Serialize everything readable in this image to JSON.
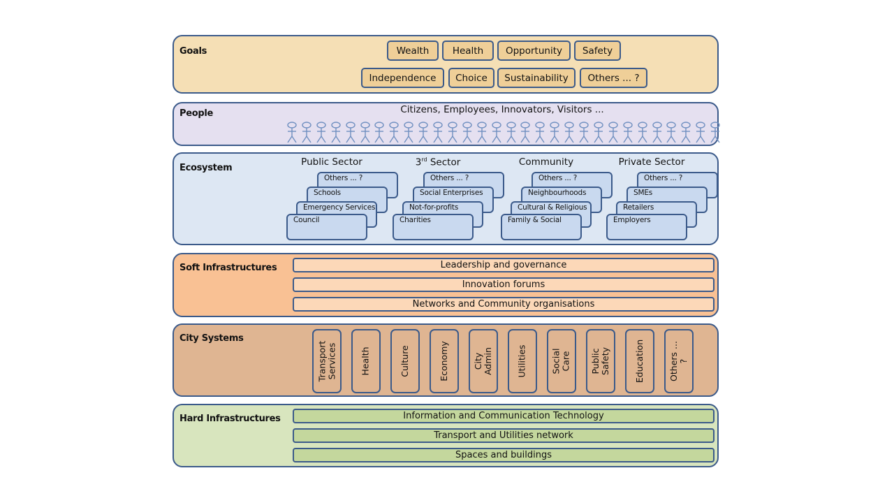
{
  "layers": {
    "goals": {
      "title": "Goals",
      "row1": [
        "Wealth",
        "Health",
        "Opportunity",
        "Safety"
      ],
      "row2": [
        "Independence",
        "Choice",
        "Sustainability",
        "Others ... ?"
      ]
    },
    "people": {
      "title": "People",
      "caption": "Citizens, Employees, Innovators,  Visitors ...",
      "figure_count": 30,
      "icon": "stick-figure-icon"
    },
    "ecosystem": {
      "title": "Ecosystem",
      "sectors": [
        {
          "name": "Public Sector",
          "cards": [
            "Others ... ?",
            "Schools",
            "Emergency Services",
            "Council"
          ]
        },
        {
          "name_prefix": "3",
          "name_sup": "rd",
          "name_rest": " Sector",
          "cards": [
            "Others ... ?",
            "Social Enterprises",
            "Not-for-profits",
            "Charities"
          ]
        },
        {
          "name": "Community",
          "cards": [
            "Others ... ?",
            "Neighbourhoods",
            "Cultural & Religious",
            "Family & Social"
          ]
        },
        {
          "name": "Private Sector",
          "cards": [
            "Others ... ?",
            "SMEs",
            "Retailers",
            "Employers"
          ]
        }
      ]
    },
    "soft": {
      "title": "Soft Infrastructures",
      "bars": [
        "Leadership and governance",
        "Innovation forums",
        "Networks and Community organisations"
      ]
    },
    "city": {
      "title": "City Systems",
      "systems": [
        "Transport\nServices",
        "Health",
        "Culture",
        "Economy",
        "City\nAdmin",
        "Utilities",
        "Social\nCare",
        "Public\nSafety",
        "Education",
        "Others ...\n?"
      ]
    },
    "hard": {
      "title": "Hard Infrastructures",
      "bars": [
        "Information and Communication  Technology",
        "Transport and Utilities network",
        "Spaces and buildings"
      ]
    }
  },
  "colors": {
    "border": "#3b5a8a",
    "goals_bg": "#f5dfb5",
    "goals_box": "#efcf98",
    "people_bg": "#e5e0f0",
    "people_figure": "#6f8fc0",
    "ecosystem_bg": "#dde7f3",
    "ecosystem_card": "#c9d9ef",
    "soft_bg": "#f9c194",
    "soft_bar": "#fcd8b8",
    "city_bg": "#dfb592",
    "hard_bg": "#d8e5be",
    "hard_bar": "#c4d79d"
  }
}
